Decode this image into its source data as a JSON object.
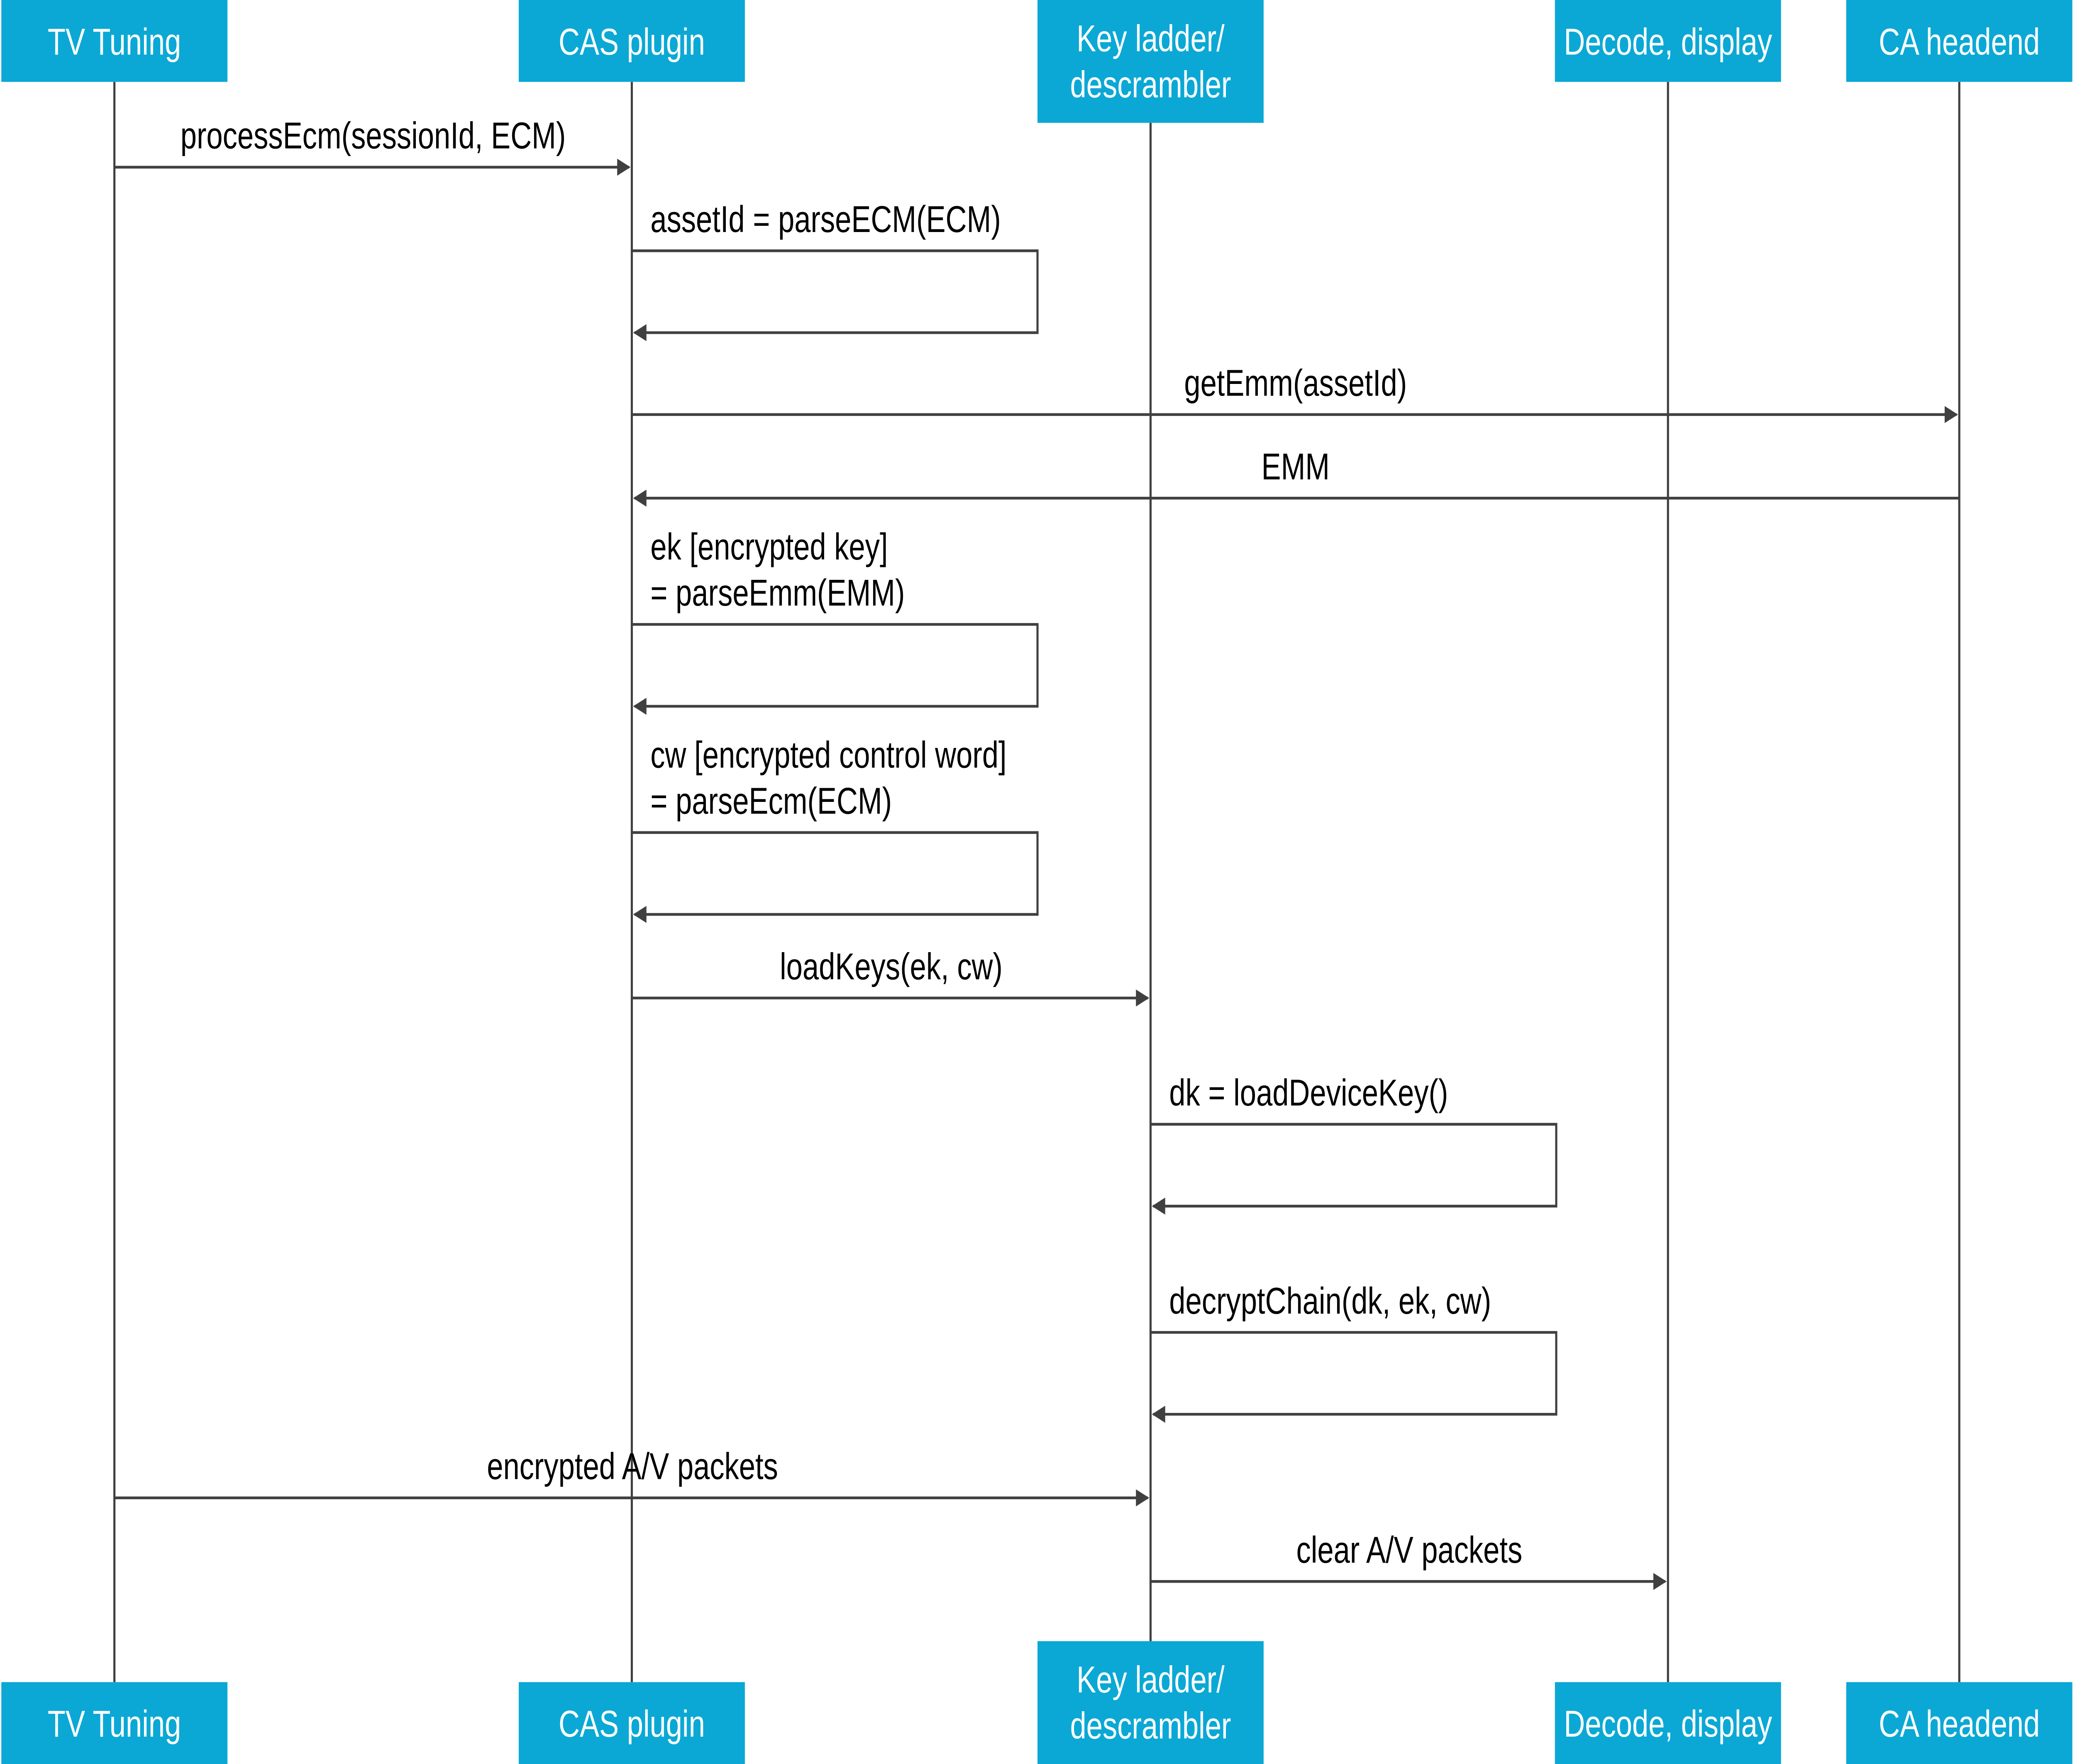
{
  "colors": {
    "participant_fill": "#0BA8D5",
    "participant_text": "#FFFFFF",
    "line": "#404040",
    "text": "#000000"
  },
  "participants": [
    {
      "label": [
        "TV Tuning"
      ]
    },
    {
      "label": [
        "CAS plugin"
      ]
    },
    {
      "label": [
        "Key ladder/",
        "descrambler"
      ]
    },
    {
      "label": [
        "Decode, display"
      ]
    },
    {
      "label": [
        "CA headend"
      ]
    }
  ],
  "messages": [
    {
      "from": 0,
      "to": 1,
      "label": [
        "processEcm(sessionId, ECM)"
      ]
    },
    {
      "from": 1,
      "to": 1,
      "label": [
        "assetId = parseECM(ECM)"
      ]
    },
    {
      "from": 1,
      "to": 4,
      "label": [
        "getEmm(assetId)"
      ]
    },
    {
      "from": 4,
      "to": 1,
      "label": [
        "EMM"
      ]
    },
    {
      "from": 1,
      "to": 1,
      "label": [
        "ek [encrypted key]",
        "= parseEmm(EMM)"
      ]
    },
    {
      "from": 1,
      "to": 1,
      "label": [
        "cw [encrypted control word]",
        "= parseEcm(ECM)"
      ]
    },
    {
      "from": 1,
      "to": 2,
      "label": [
        "loadKeys(ek, cw)"
      ]
    },
    {
      "from": 2,
      "to": 2,
      "label": [
        "dk = loadDeviceKey()"
      ]
    },
    {
      "from": 2,
      "to": 2,
      "label": [
        "decryptChain(dk, ek, cw)"
      ]
    },
    {
      "from": 0,
      "to": 2,
      "label": [
        "encrypted A/V packets"
      ]
    },
    {
      "from": 2,
      "to": 3,
      "label": [
        "clear A/V packets"
      ]
    }
  ]
}
